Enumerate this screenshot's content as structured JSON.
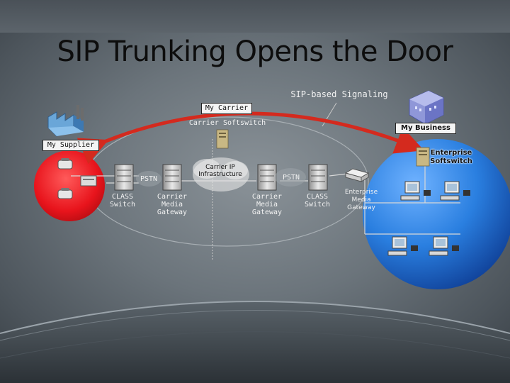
{
  "slide": {
    "title": "SIP Trunking Opens the Door",
    "signaling_label": "SIP-based Signaling",
    "carrier_box": "My Carrier",
    "carrier_softswitch": "Carrier Softswitch",
    "business_box": "My Business",
    "supplier_box": "My Supplier",
    "enterprise_softswitch": "Enterprise Softswitch",
    "pstn_left": "PSTN",
    "pstn_right": "PSTN",
    "class_switch_left": "CLASS Switch",
    "carrier_media_gateway_left": "Carrier Media Gateway",
    "carrier_ip_infrastructure": "Carrier IP Infrastructure",
    "carrier_media_gateway_right": "Carrier Media Gateway",
    "class_switch_right": "CLASS Switch",
    "enterprise_media_gateway": "Enterprise Media Gateway"
  },
  "colors": {
    "supplier": "#e8141c",
    "business": "#1f74d6",
    "signaling_arrow": "#d42a1e"
  },
  "icons": [
    "factory-icon",
    "building-icon",
    "server-icon",
    "phone-icon",
    "router-icon",
    "pc-icon",
    "media-gateway-icon"
  ]
}
